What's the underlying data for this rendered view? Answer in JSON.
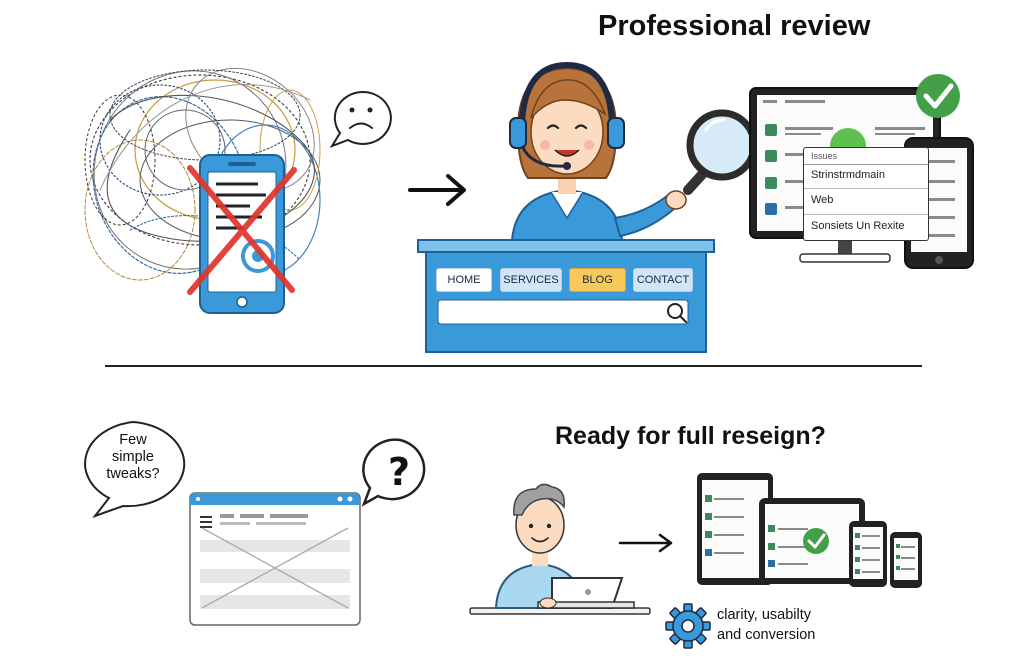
{
  "titles": {
    "top": "Professional review",
    "bottom": "Ready for full reseign?"
  },
  "nav": {
    "home": "HOME",
    "services": "SERVICES",
    "blog": "BLOG",
    "contact": "CONTACT"
  },
  "dropdown": {
    "header": "Issues",
    "items": [
      "Strinstrmdmain",
      "Web",
      "Sonsiets Un Rexite"
    ]
  },
  "bubble": {
    "line1": "Few",
    "line2": "simple",
    "line3": "tweaks?"
  },
  "caption": {
    "line1": "clarity, usabilty",
    "line2": "and conversion"
  },
  "colors": {
    "blue": "#3a9ad9",
    "blue_dark": "#1f6fb0",
    "red_x": "#e0352b",
    "green_check": "#43a047",
    "blog_highlight": "#f7c85c",
    "hair": "#b8733a"
  },
  "icons": [
    "sad-face-icon",
    "arrow-right-icon",
    "magnifier-icon",
    "check-icon",
    "question-icon",
    "gear-icon",
    "search-icon",
    "hamburger-icon"
  ]
}
